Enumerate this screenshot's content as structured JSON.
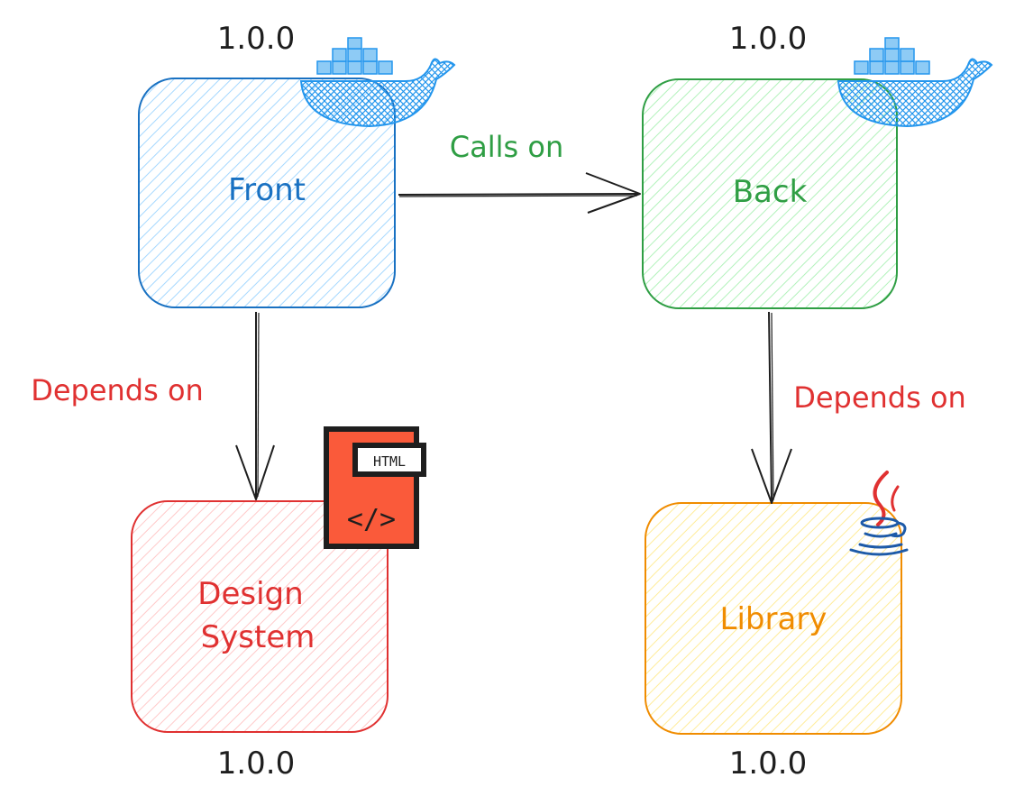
{
  "nodes": {
    "front": {
      "label": "Front",
      "version": "1.0.0",
      "color": "#1971c2",
      "fill": "#a5d8ff",
      "icon": "docker-icon"
    },
    "back": {
      "label": "Back",
      "version": "1.0.0",
      "color": "#2f9e44",
      "fill": "#b2f2bb",
      "icon": "docker-icon"
    },
    "design": {
      "label_line1": "Design",
      "label_line2": "System",
      "version": "1.0.0",
      "color": "#e03131",
      "fill": "#ffc9c9",
      "icon": "html-file-icon"
    },
    "library": {
      "label": "Library",
      "version": "1.0.0",
      "color": "#f08c00",
      "fill": "#ffec99",
      "icon": "java-icon"
    }
  },
  "edges": {
    "calls_on": {
      "label": "Calls on",
      "color": "#2f9e44"
    },
    "depends_left": {
      "label": "Depends on",
      "color": "#e03131"
    },
    "depends_right": {
      "label": "Depends on",
      "color": "#e03131"
    }
  },
  "html_icon": {
    "tag_text": "HTML",
    "code_text": "</>",
    "color": "#fa5a3a"
  },
  "colors": {
    "stroke": "#1e1e1e",
    "docker": "#2496ed",
    "java_blue": "#1d5aa8",
    "java_red": "#e03131"
  }
}
